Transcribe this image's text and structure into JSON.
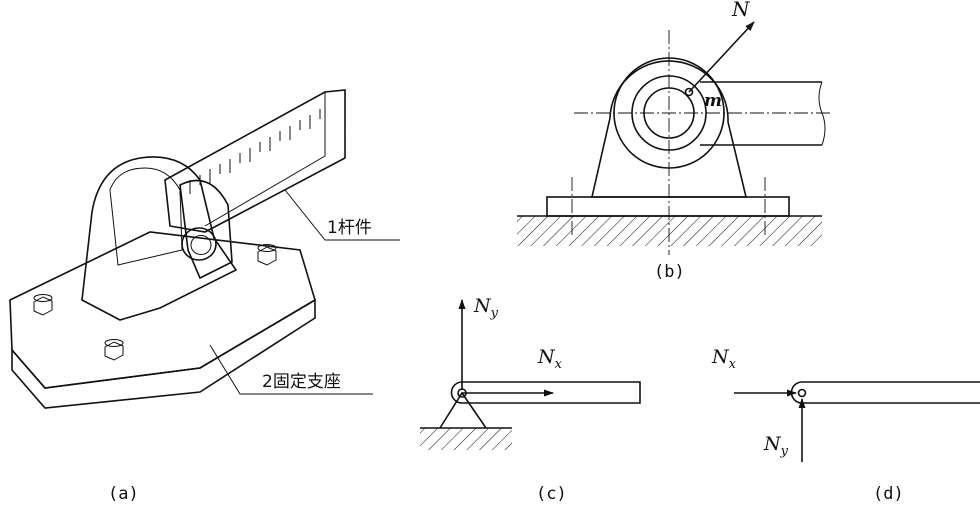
{
  "panel_a": {
    "caption": "(a)",
    "callout_rod": "1杆件",
    "callout_base": "2固定支座"
  },
  "panel_b": {
    "caption": "(b)",
    "force_label": "N",
    "point_label": "m"
  },
  "panel_c": {
    "caption": "(c)",
    "ny_main": "N",
    "ny_sub": "y",
    "nx_main": "N",
    "nx_sub": "x"
  },
  "panel_d": {
    "caption": "(d)",
    "nx_main": "N",
    "nx_sub": "x",
    "ny_main": "N",
    "ny_sub": "y"
  }
}
